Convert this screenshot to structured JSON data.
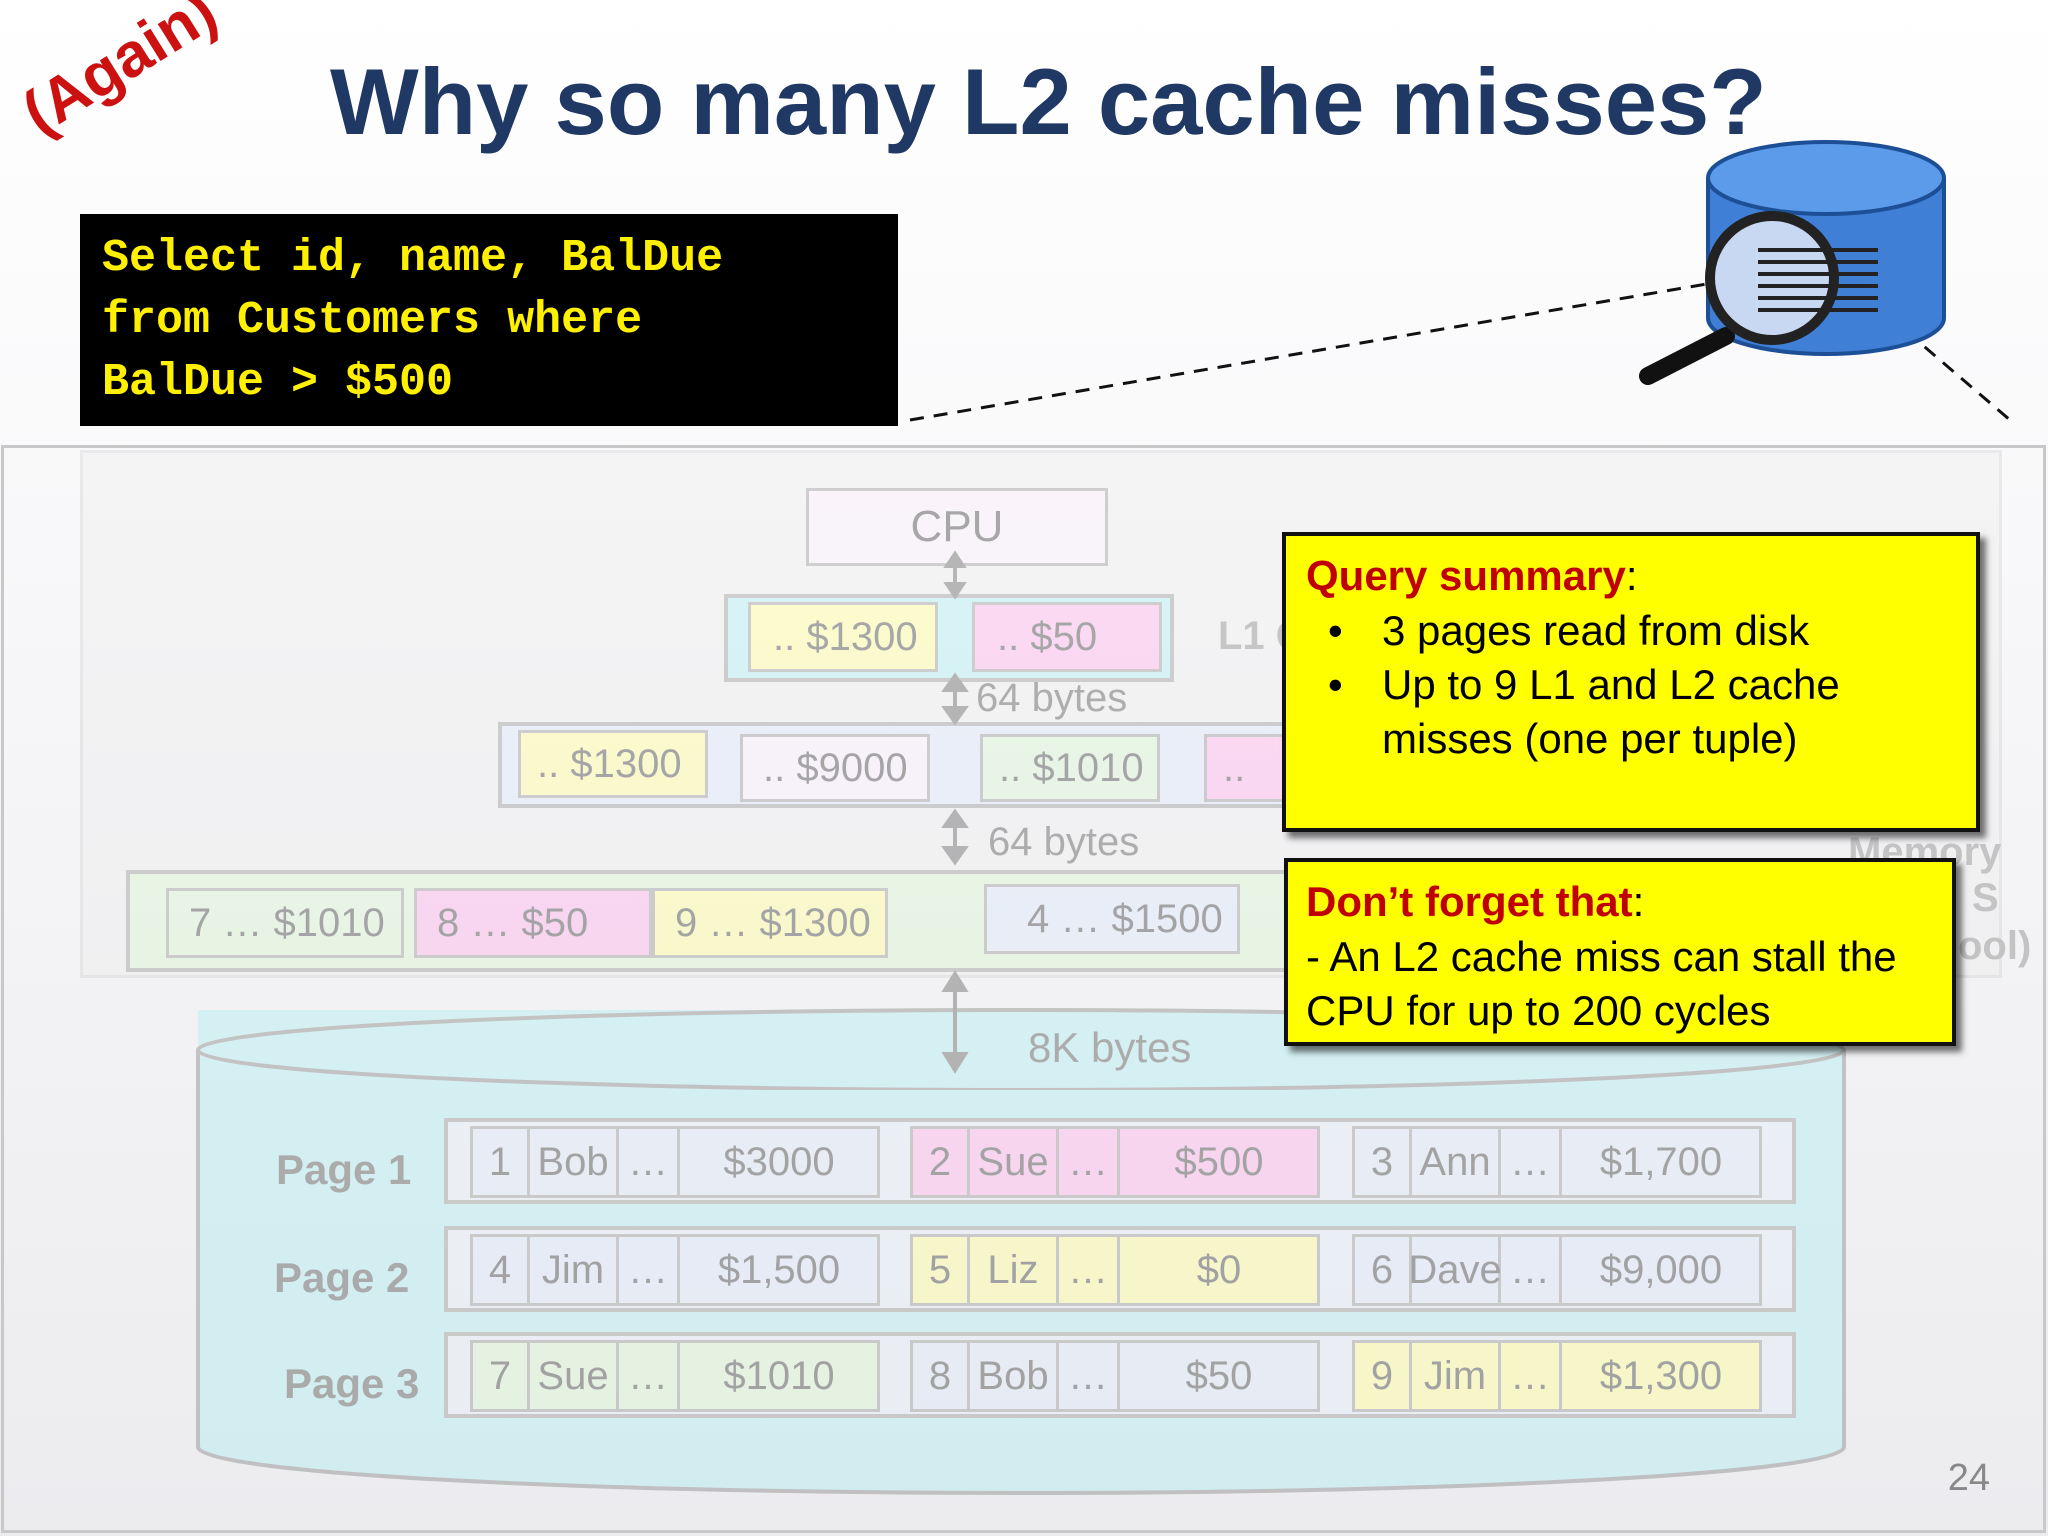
{
  "again": "(Again)",
  "title": "Why so many L2 cache misses?",
  "sql": {
    "line1": "Select id, name, BalDue",
    "line2": "from Customers where",
    "line3": "BalDue > $500"
  },
  "diagram": {
    "cpu": "CPU",
    "l1_label": "L1 C",
    "l1": [
      ".. $1300",
      "..    $50"
    ],
    "bytes_l1": "64 bytes",
    "l2": [
      ".. $1300",
      ".. $9000",
      ".. $1010",
      ".."
    ],
    "bytes_l2": "64 bytes",
    "memory_left": [
      "7 … $1010",
      "8 …     $50",
      "9 … $1300"
    ],
    "memory_right": [
      "4 … $1500"
    ],
    "memory_label": [
      "Memory",
      "S",
      "ool)"
    ],
    "bytes_disk": "8K bytes",
    "pages": [
      {
        "label": "Page 1",
        "tuples": [
          {
            "id": "1",
            "name": "Bob",
            "dots": "…",
            "bal": "$3000",
            "color": "b"
          },
          {
            "id": "2",
            "name": "Sue",
            "dots": "…",
            "bal": "$500",
            "color": "p"
          },
          {
            "id": "3",
            "name": "Ann",
            "dots": "…",
            "bal": "$1,700",
            "color": "b"
          }
        ]
      },
      {
        "label": "Page 2",
        "tuples": [
          {
            "id": "4",
            "name": "Jim",
            "dots": "…",
            "bal": "$1,500",
            "color": "b"
          },
          {
            "id": "5",
            "name": "Liz",
            "dots": "…",
            "bal": "$0",
            "color": "y"
          },
          {
            "id": "6",
            "name": "Dave",
            "dots": "…",
            "bal": "$9,000",
            "color": "b"
          }
        ]
      },
      {
        "label": "Page 3",
        "tuples": [
          {
            "id": "7",
            "name": "Sue",
            "dots": "…",
            "bal": "$1010",
            "color": "g"
          },
          {
            "id": "8",
            "name": "Bob",
            "dots": "…",
            "bal": "$50",
            "color": "b"
          },
          {
            "id": "9",
            "name": "Jim",
            "dots": "…",
            "bal": "$1,300",
            "color": "y"
          }
        ]
      }
    ]
  },
  "query_summary": {
    "heading": "Query summary",
    "colon": ":",
    "bullets": [
      "3 pages read from disk",
      "Up to 9 L1 and L2  cache misses  (one per tuple)"
    ]
  },
  "dont_forget": {
    "heading": "Don’t forget that",
    "colon": ":",
    "text": "-  An L2 cache miss can stall the CPU for up to 200 cycles"
  },
  "page_number": "24",
  "colors": {
    "title": "#1f3864",
    "again": "#cc1111",
    "sql_text": "#ffef00",
    "callout_bg": "#ffff00",
    "callout_heading": "#c00000"
  }
}
